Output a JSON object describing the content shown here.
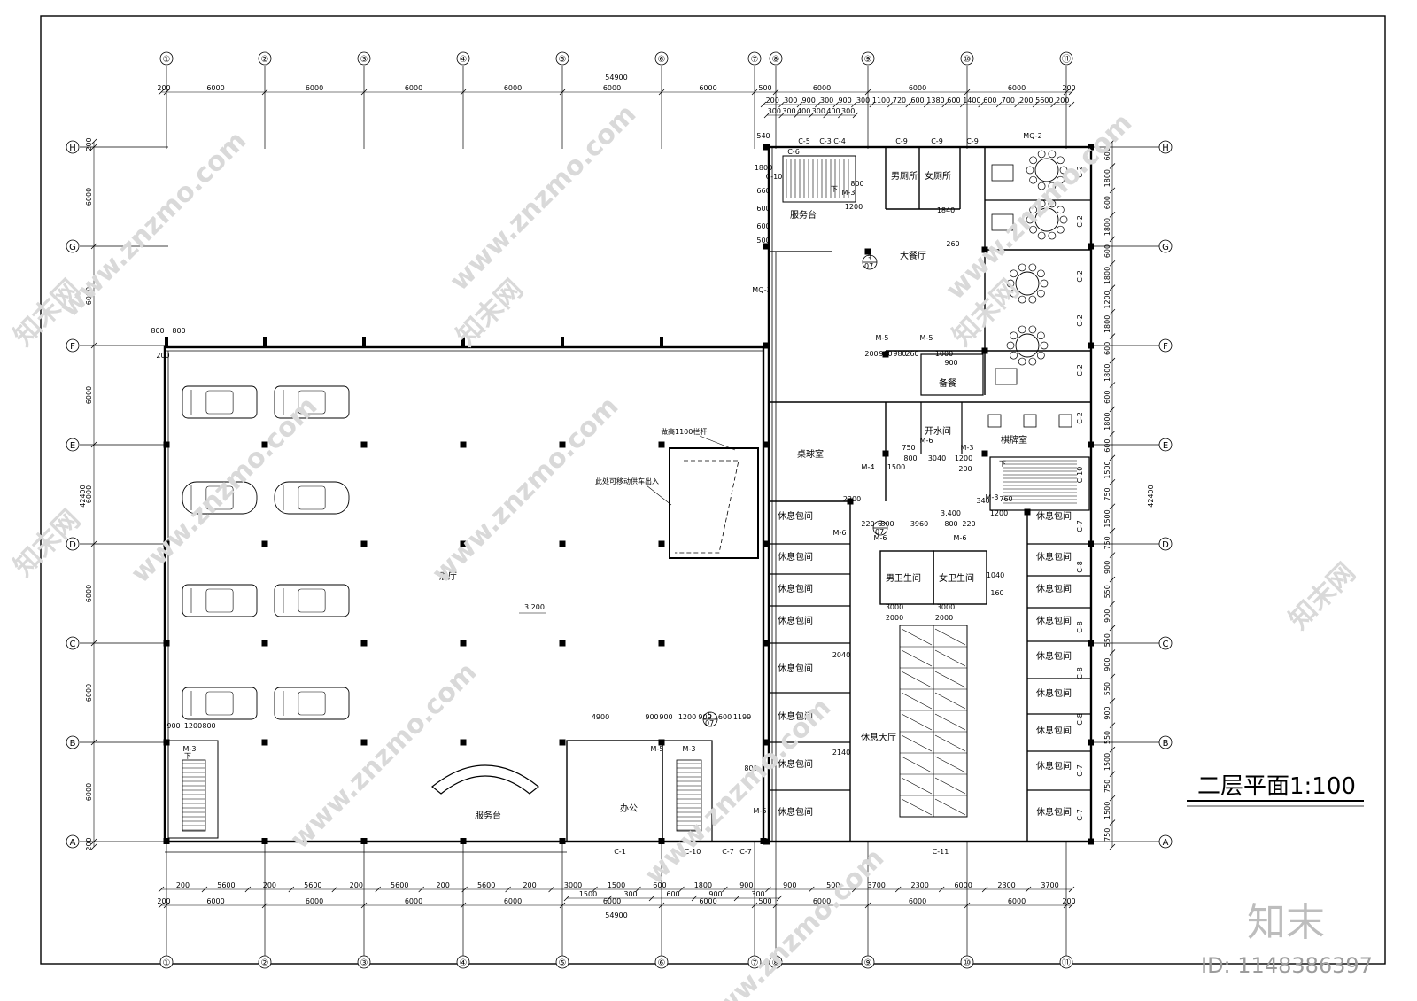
{
  "drawing": {
    "title": "二层平面1:100",
    "overall_length": "54900",
    "overall_width": "42400",
    "levels": [
      "3.200",
      "3.400"
    ]
  },
  "axes": {
    "columns": [
      "①",
      "②",
      "③",
      "④",
      "⑤",
      "⑥",
      "⑦",
      "⑧",
      "⑨",
      "⑩",
      "⑪"
    ],
    "rows": [
      "H",
      "G",
      "F",
      "E",
      "D",
      "C",
      "B",
      "A"
    ]
  },
  "dimensions": {
    "top_main": [
      "200",
      "6000",
      "6000",
      "6000",
      "6000",
      "6000",
      "6000",
      "500",
      "6000",
      "6000",
      "6000",
      "200"
    ],
    "top_detail": [
      "200",
      "300",
      "900",
      "300",
      "900",
      "300",
      "1100",
      "720",
      "600",
      "1380",
      "600",
      "1400",
      "600",
      "700",
      "200",
      "5600",
      "200"
    ],
    "top_detail2": [
      "300",
      "300",
      "400",
      "300",
      "400",
      "300"
    ],
    "bottom_detail": [
      "200",
      "5600",
      "200",
      "5600",
      "200",
      "5600",
      "200",
      "5600",
      "200",
      "3000",
      "1500",
      "600",
      "1800",
      "900",
      "900",
      "500",
      "3700",
      "2300",
      "6000",
      "2300",
      "3700"
    ],
    "bottom_detail2": [
      "1500",
      "300",
      "600",
      "900",
      "300"
    ],
    "bottom_main": [
      "200",
      "6000",
      "6000",
      "6000",
      "6000",
      "6000",
      "6000",
      "500",
      "6000",
      "6000",
      "6000",
      "200"
    ],
    "left_vertical": [
      "200",
      "6000",
      "6000",
      "6000",
      "6000",
      "6000",
      "6000",
      "6000",
      "200"
    ],
    "right_vertical": [
      "600",
      "1800",
      "600",
      "1800",
      "600",
      "1800",
      "1200",
      "1800",
      "600",
      "1800",
      "600",
      "1800",
      "600",
      "1500",
      "750",
      "1500",
      "750",
      "900",
      "550",
      "900",
      "550",
      "900",
      "550",
      "900",
      "550",
      "1500",
      "750",
      "1500",
      "750"
    ],
    "interior": [
      "800",
      "800",
      "200",
      "900",
      "1200",
      "800",
      "4900",
      "900",
      "900",
      "1200",
      "900",
      "1600",
      "1199",
      "800",
      "540",
      "1800",
      "660",
      "600",
      "600",
      "500",
      "800",
      "1200",
      "200",
      "980",
      "980",
      "260",
      "1000",
      "900",
      "800",
      "3040",
      "1200",
      "200",
      "2300",
      "220",
      "800",
      "3960",
      "800",
      "220",
      "3000",
      "3000",
      "2000",
      "2000",
      "2040",
      "2140",
      "1040",
      "160",
      "340",
      "760",
      "1200",
      "1840",
      "260",
      "1500",
      "750"
    ]
  },
  "rooms": {
    "exhibition_hall": "展厅",
    "service_desk_1": "服务台",
    "service_desk_2": "服务台",
    "office": "办公",
    "banquet_hall": "大餐厅",
    "mens_toilet_top": "男厕所",
    "womens_toilet_top": "女厕所",
    "pantry": "备餐",
    "water_room": "开水间",
    "chess_room": "棋牌室",
    "billiard_room": "桌球室",
    "rest_room": "休息包间",
    "mens_wc": "男卫生间",
    "womens_wc": "女卫生间",
    "rest_hall": "休息大厅",
    "rail_note": "做高1100栏杆",
    "car_entry_note": "此处可移动供车出入",
    "down": "下"
  },
  "tags": {
    "doors": [
      "M-3",
      "M-4",
      "M-5",
      "M-6",
      "MQ-2",
      "MQ-3"
    ],
    "windows": [
      "C-1",
      "C-2",
      "C-3",
      "C-4",
      "C-5",
      "C-6",
      "C-7",
      "C-8",
      "C-9",
      "C-10",
      "C-11"
    ],
    "section_marks": [
      "3",
      "07",
      "6",
      "07",
      "5",
      "07"
    ]
  },
  "watermark": {
    "url": "www.znzmo.com",
    "brand": "知末",
    "brand_cn": "知末网",
    "id": "ID: 1148386397"
  }
}
